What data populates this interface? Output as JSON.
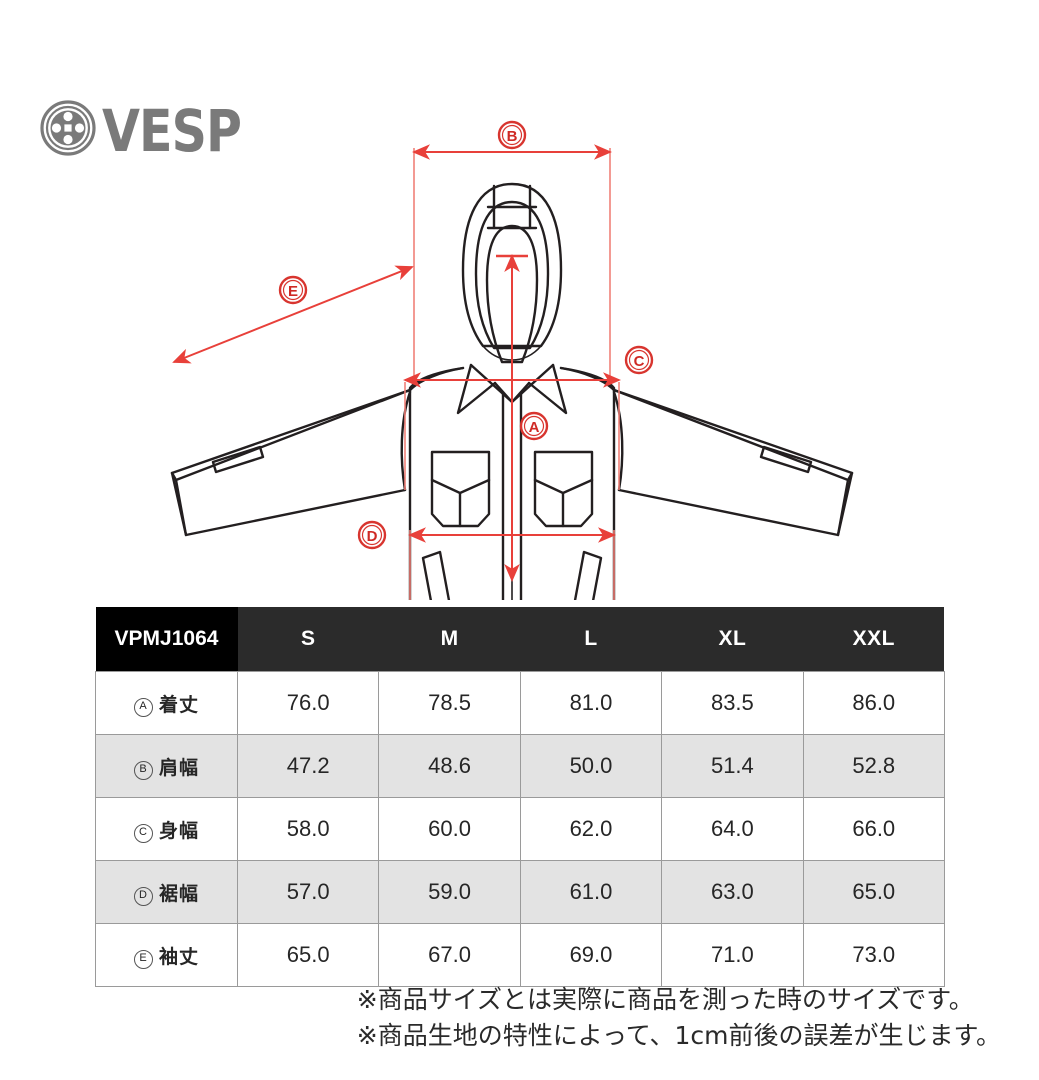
{
  "brand": {
    "name": "VESP",
    "logo_icon": "vesp-circular-emblem-icon"
  },
  "diagram": {
    "title": "jacket-measurement-diagram",
    "accent_color": "#e8403a",
    "outline_color": "#231f20",
    "markers": [
      {
        "id": "A",
        "label": "A",
        "measure": "着丈",
        "orientation": "vertical",
        "description": "body-length"
      },
      {
        "id": "B",
        "label": "B",
        "measure": "肩幅",
        "orientation": "horizontal",
        "description": "shoulder-width"
      },
      {
        "id": "C",
        "label": "C",
        "measure": "身幅",
        "orientation": "horizontal",
        "description": "chest-width"
      },
      {
        "id": "D",
        "label": "D",
        "measure": "裾幅",
        "orientation": "horizontal",
        "description": "hem-width"
      },
      {
        "id": "E",
        "label": "E",
        "measure": "袖丈",
        "orientation": "diagonal",
        "description": "sleeve-length"
      }
    ]
  },
  "table": {
    "model_code": "VPMJ1064",
    "sizes": [
      "S",
      "M",
      "L",
      "XL",
      "XXL"
    ],
    "header_bg": "#2b2b2b",
    "model_bg": "#000000",
    "alt_row_bg": "#e3e3e3",
    "rows": [
      {
        "marker": "A",
        "label": "着丈",
        "values": [
          "76.0",
          "78.5",
          "81.0",
          "83.5",
          "86.0"
        ]
      },
      {
        "marker": "B",
        "label": "肩幅",
        "values": [
          "47.2",
          "48.6",
          "50.0",
          "51.4",
          "52.8"
        ]
      },
      {
        "marker": "C",
        "label": "身幅",
        "values": [
          "58.0",
          "60.0",
          "62.0",
          "64.0",
          "66.0"
        ]
      },
      {
        "marker": "D",
        "label": "裾幅",
        "values": [
          "57.0",
          "59.0",
          "61.0",
          "63.0",
          "65.0"
        ]
      },
      {
        "marker": "E",
        "label": "袖丈",
        "values": [
          "65.0",
          "67.0",
          "69.0",
          "71.0",
          "73.0"
        ]
      }
    ]
  },
  "footnotes": [
    "※商品サイズとは実際に商品を測った時のサイズです。",
    "※商品生地の特性によって、1cm前後の誤差が生じます。"
  ]
}
